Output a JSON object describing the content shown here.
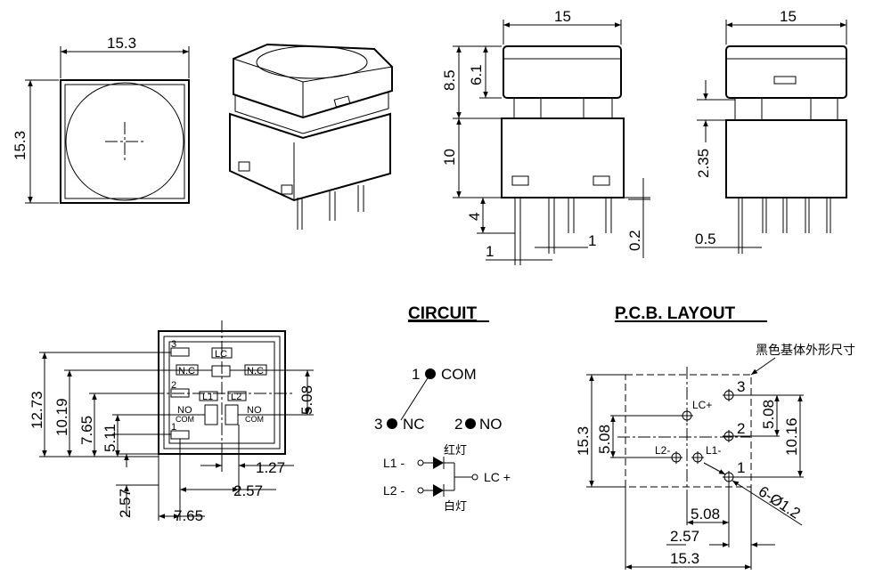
{
  "top_view": {
    "width": "15.3",
    "height": "15.3"
  },
  "front_view": {
    "width": "15",
    "cap_total": "8.5",
    "cap_height": "6.1",
    "body_height": "10",
    "pin_length": "4",
    "pin_width": "1",
    "pin_spacing": "1",
    "pin_thickness": "0.2"
  },
  "side_view": {
    "width": "15",
    "stem_gap": "2.35",
    "pin_width": "0.5"
  },
  "bottom_view": {
    "dims": {
      "d1273": "12.73",
      "d1019": "10.19",
      "d765v": "7.65",
      "d511": "5.11",
      "d508": "5.08",
      "d127": "1.27",
      "d257h": "2.57",
      "d257v": "2.57",
      "d765h": "7.65"
    },
    "labels": {
      "pin3": "3",
      "pin2": "2",
      "pin1": "1",
      "lc": "LC",
      "nc_left": "N.C",
      "nc_right": "N.C",
      "l1": "L1",
      "l2": "L2",
      "no_left": "NO",
      "com_left": "COM",
      "no_right": "NO",
      "com_right": "COM"
    }
  },
  "circuit": {
    "title": "CIRCUIT",
    "pin1": "1",
    "com": "COM",
    "pin3": "3",
    "nc": "NC",
    "pin2": "2",
    "no": "NO",
    "l1": "L1 -",
    "l2": "L2 -",
    "red_led": "红灯",
    "white_led": "白灯",
    "lc_plus": "LC +"
  },
  "pcb": {
    "title": "P.C.B. LAYOUT",
    "note": "黑色基体外形尺寸",
    "height": "15.3",
    "width": "15.3",
    "pin3": "3",
    "pin2": "2",
    "pin1": "1",
    "lc_plus": "LC+",
    "l2_minus": "L2-",
    "l1_minus": "L1-",
    "d508_left": "5.08",
    "d508_right": "5.08",
    "d1016": "10.16",
    "holes": "6-Ø1.2",
    "d508_bottom": "5.08",
    "d257": "2.57"
  }
}
